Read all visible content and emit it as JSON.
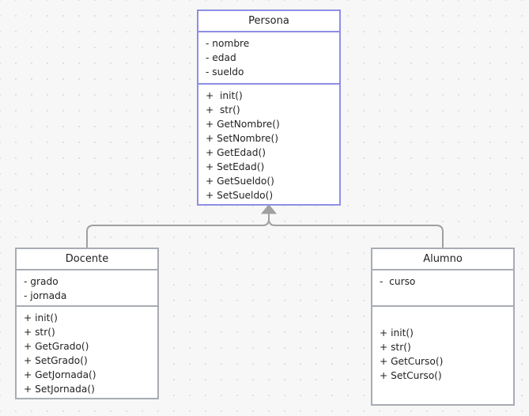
{
  "diagram": {
    "classes": {
      "persona": {
        "name": "Persona",
        "attributes": [
          "- nombre",
          "- edad",
          "- sueldo"
        ],
        "methods": [
          "+  init()",
          "+  str()",
          "+ GetNombre()",
          "+ SetNombre()",
          "+ GetEdad()",
          "+ SetEdad()",
          "+ GetSueldo()",
          "+ SetSueldo()"
        ]
      },
      "docente": {
        "name": "Docente",
        "attributes": [
          "- grado",
          "- jornada"
        ],
        "methods": [
          "+ init()",
          "+ str()",
          "+ GetGrado()",
          "+ SetGrado()",
          "+ GetJornada()",
          "+ SetJornada()"
        ]
      },
      "alumno": {
        "name": "Alumno",
        "attributes": [
          "-  curso"
        ],
        "methods": [
          "+ init()",
          "+ str()",
          "+ GetCurso()",
          "+ SetCurso()"
        ]
      }
    },
    "relations": [
      {
        "type": "inheritance",
        "from": "Docente",
        "to": "Persona"
      },
      {
        "type": "inheritance",
        "from": "Alumno",
        "to": "Persona"
      }
    ],
    "colors": {
      "selected_border": "#8e8ee6",
      "border": "#a8acb3",
      "connector": "#a0a0a0",
      "canvas_dots": "#d9dce1"
    }
  }
}
